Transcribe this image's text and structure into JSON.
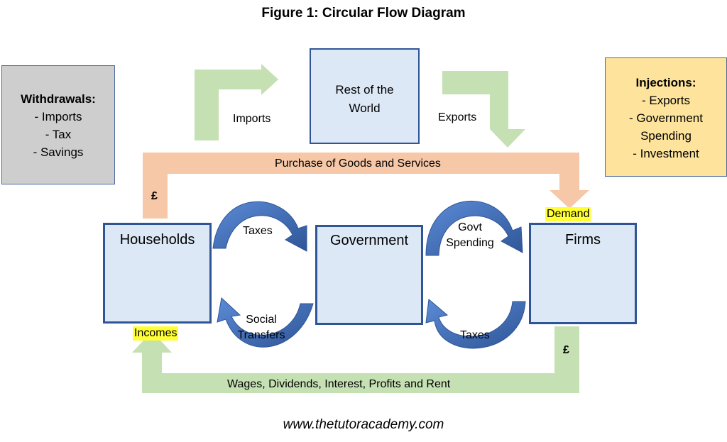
{
  "title": "Figure 1: Circular Flow Diagram",
  "withdrawals": {
    "heading": "Withdrawals:",
    "items": [
      "- Imports",
      "- Tax",
      "- Savings"
    ]
  },
  "injections": {
    "heading": "Injections:",
    "items": [
      "- Exports",
      "- Government",
      "Spending",
      "- Investment"
    ]
  },
  "rest_of_world": {
    "line1": "Rest of the",
    "line2": "World"
  },
  "nodes": {
    "households": "Households",
    "government": "Government",
    "firms": "Firms"
  },
  "flows": {
    "imports": "Imports",
    "exports": "Exports",
    "purchase": "Purchase of Goods and Services",
    "wages": "Wages, Dividends, Interest, Profits and Rent",
    "taxes_households": "Taxes",
    "social_1": "Social",
    "social_2": "Transfers",
    "govt_1": "Govt",
    "govt_2": "Spending",
    "taxes_firms": "Taxes"
  },
  "markers": {
    "demand": "Demand",
    "incomes": "Incomes",
    "currency": "£"
  },
  "footer": "www.thetutoracademy.com",
  "colors": {
    "green_arrow": "#c5e0b3",
    "orange_arrow": "#f6c8a8",
    "node_fill": "#dce8f5",
    "node_border": "#2f5597",
    "curve_arrow": "#4472c4",
    "highlight": "#ffff33",
    "withdrawals_fill": "#cfcece",
    "injections_fill": "#fde39c"
  }
}
